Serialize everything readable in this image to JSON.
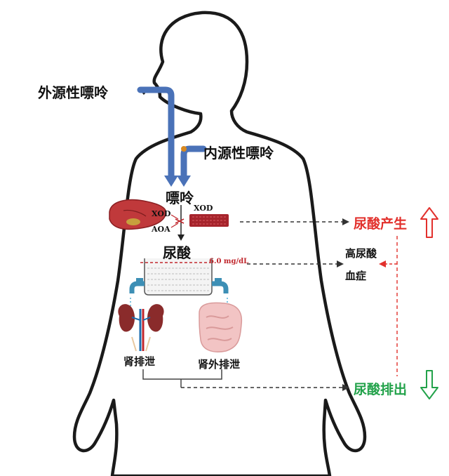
{
  "labels": {
    "exogenous_purine": "外源性嘌呤",
    "endogenous_purine": "内源性嘌呤",
    "purine": "嘌呤",
    "xod_left": "XOD",
    "aoa": "AOA",
    "xod_right": "XOD",
    "uric_acid": "尿酸",
    "threshold": "6.0 mg/dL",
    "hyperuricemia_line1": "高尿酸",
    "hyperuricemia_line2": "血症",
    "renal_excretion": "肾排泄",
    "extrarenal_excretion": "肾外排泄",
    "uric_acid_production": "尿酸产生",
    "uric_acid_excretion": "尿酸排出"
  },
  "colors": {
    "body_outline": "#1a1a1a",
    "pipe_blue": "#4a72b8",
    "production_red": "#e2302c",
    "excretion_green": "#22a24a",
    "dashed_arrow": "#333333",
    "feedback_red": "#e2302c",
    "liver": "#c0393b",
    "intestine": "#f2c4c4",
    "faucet": "#3d8fb5",
    "kidney": "#8a2b2b",
    "blood_bar": "#a6242c"
  },
  "icons": {
    "up_arrow": "outline-up-arrow-icon",
    "down_arrow": "outline-down-arrow-icon",
    "liver": "liver-icon",
    "kidneys": "kidneys-icon",
    "intestine": "intestine-icon",
    "faucets": "faucet-icon",
    "container": "beaker-icon"
  }
}
